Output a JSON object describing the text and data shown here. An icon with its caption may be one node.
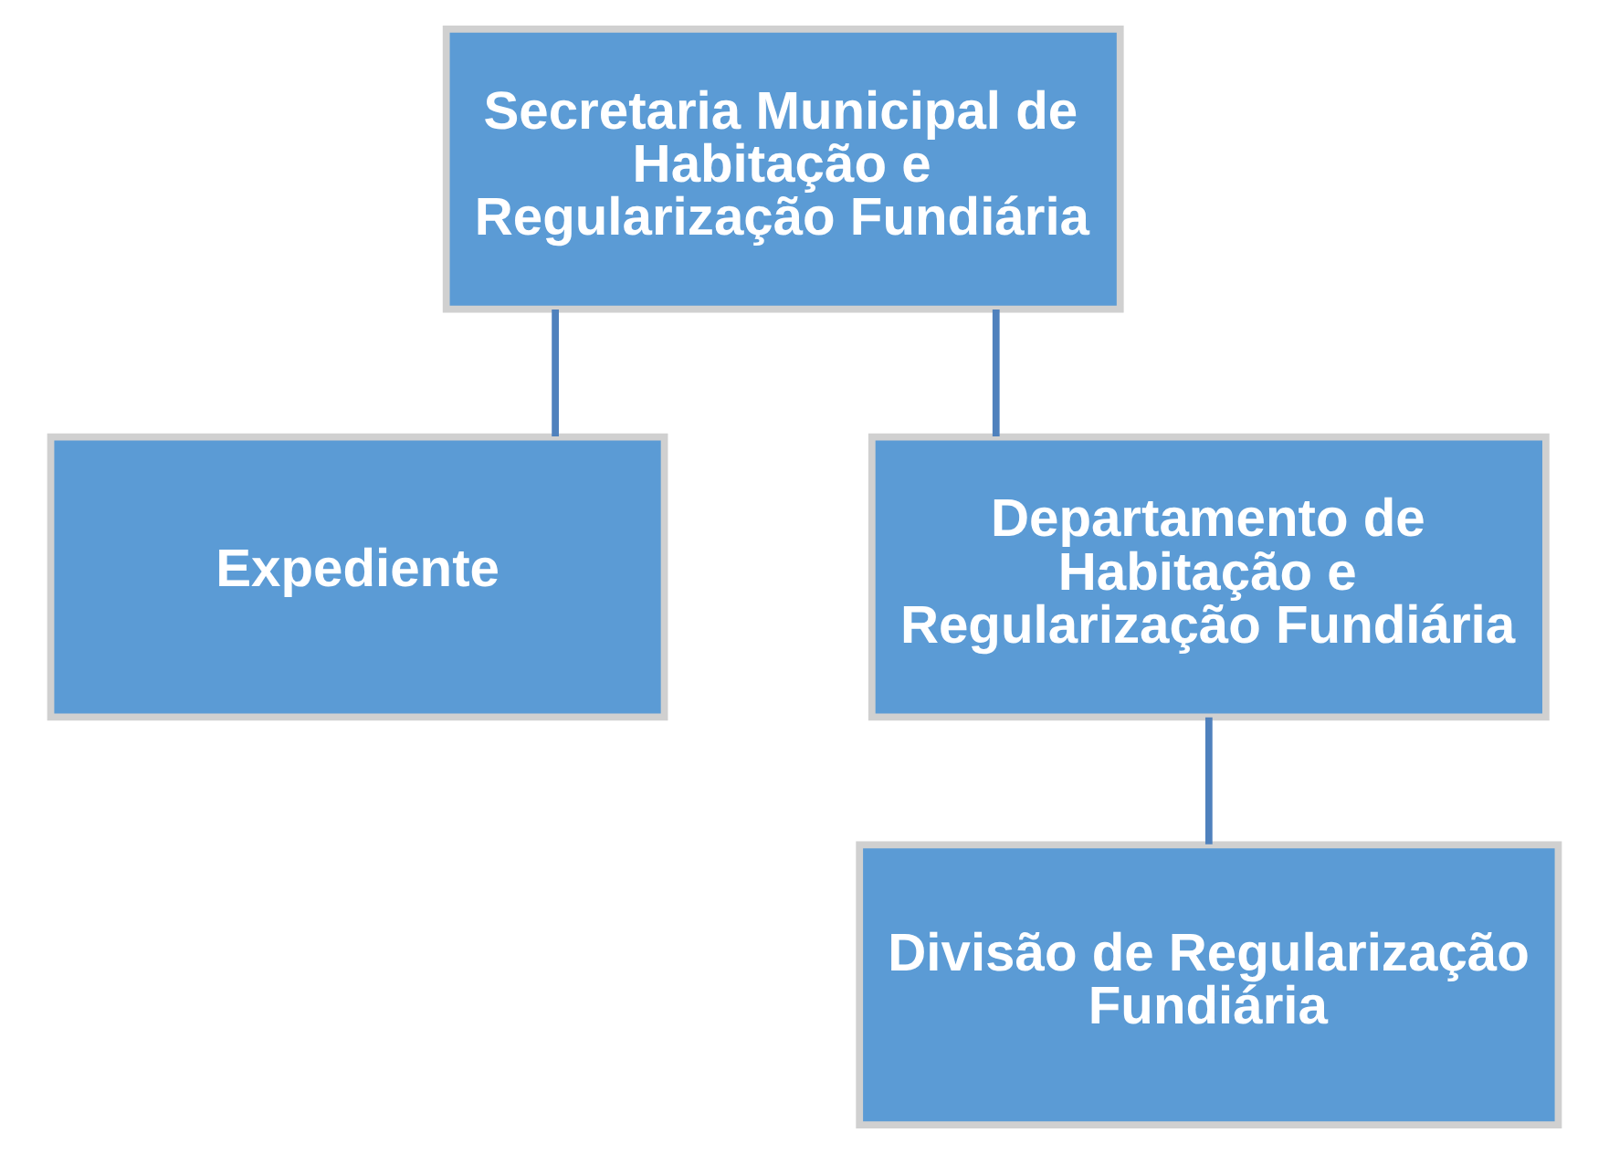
{
  "diagram": {
    "nodes": [
      {
        "text": [
          "Secretaria Municipal de Habitação e Regularização Fundiária"
        ]
      },
      {
        "text": [
          "Expediente"
        ]
      },
      {
        "text": [
          "Departamento de Habitação e Regularização Fundiária"
        ]
      },
      {
        "text": [
          "Divisão de Regularização Fundiária"
        ]
      }
    ],
    "edges": [
      {
        "from": 0,
        "to": 1,
        "arrow": "none"
      },
      {
        "from": 0,
        "to": 2,
        "arrow": "none"
      },
      {
        "from": 2,
        "to": 3,
        "arrow": "none"
      }
    ]
  }
}
